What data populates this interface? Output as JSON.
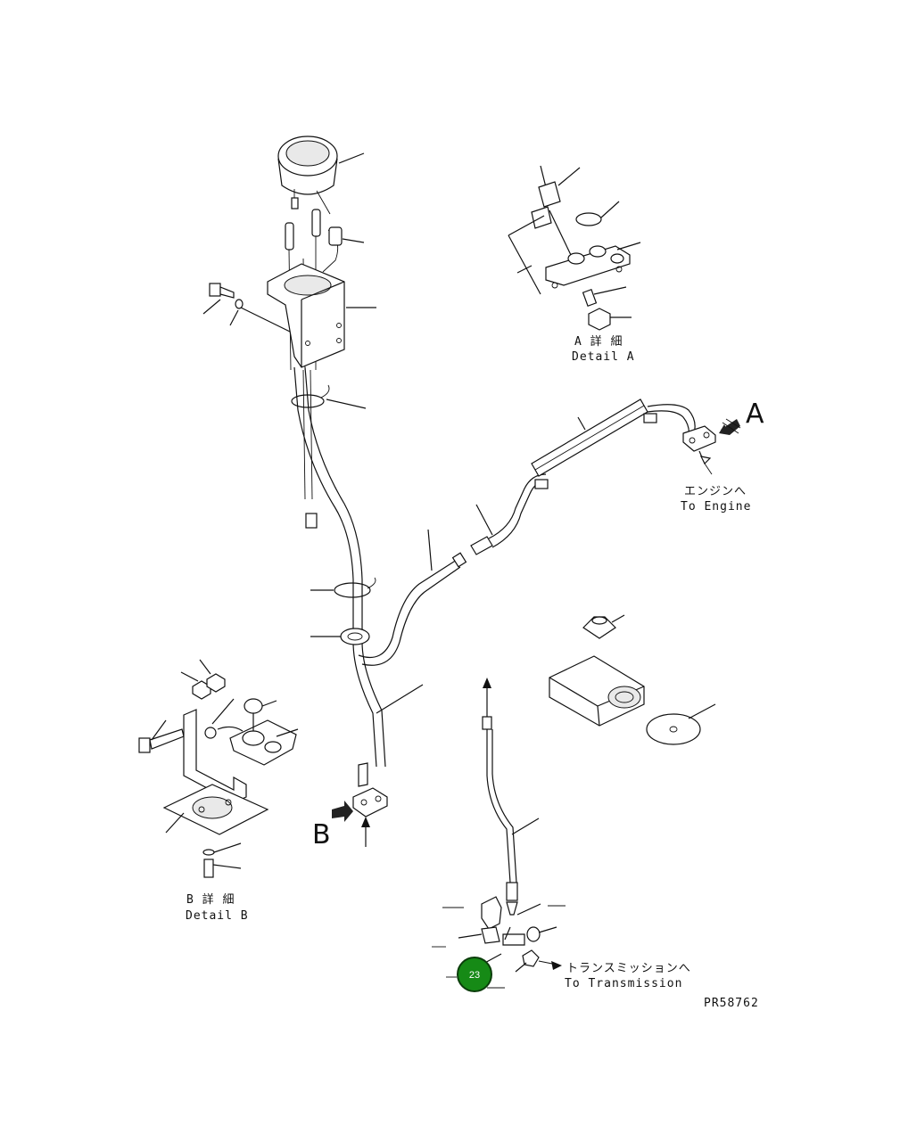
{
  "detail_a": {
    "jp": "A 詳 細",
    "en": "Detail A"
  },
  "detail_b": {
    "jp": "B 詳 細",
    "en": "Detail B"
  },
  "to_engine": {
    "jp": "エンジンへ",
    "en": "To Engine"
  },
  "to_transmission": {
    "jp": "トランスミッションへ",
    "en": "To Transmission"
  },
  "view_a": "A",
  "view_b": "B",
  "drawing_number": "PR58762",
  "highlighted_part": {
    "number": "23",
    "color": "#168a16"
  }
}
